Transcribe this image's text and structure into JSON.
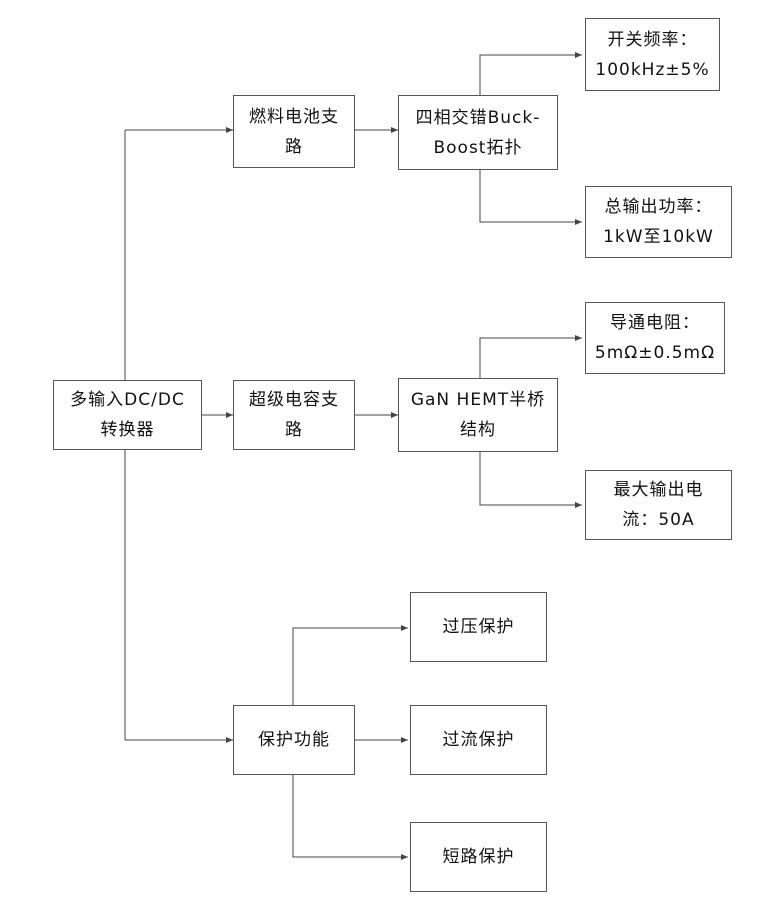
{
  "nodes": {
    "main": [
      "多输入DC/DC",
      "转换器"
    ],
    "fuel_cell": [
      "燃料电池支",
      "路"
    ],
    "supercap": [
      "超级电容支",
      "路"
    ],
    "protection": [
      "保护功能"
    ],
    "buck_boost": [
      "四相交错Buck-",
      "Boost拓扑"
    ],
    "gan": [
      "GaN HEMT半桥",
      "结构"
    ],
    "switch_freq": [
      "开关频率：",
      "100kHz±5%"
    ],
    "total_power": [
      "总输出功率：",
      "1kW至10kW"
    ],
    "on_resistance": [
      "导通电阻：",
      "5mΩ±0.5mΩ"
    ],
    "max_current": [
      "最大输出电",
      "流：50A"
    ],
    "overvoltage": [
      "过压保护"
    ],
    "overcurrent": [
      "过流保护"
    ],
    "short_circuit": [
      "短路保护"
    ]
  }
}
